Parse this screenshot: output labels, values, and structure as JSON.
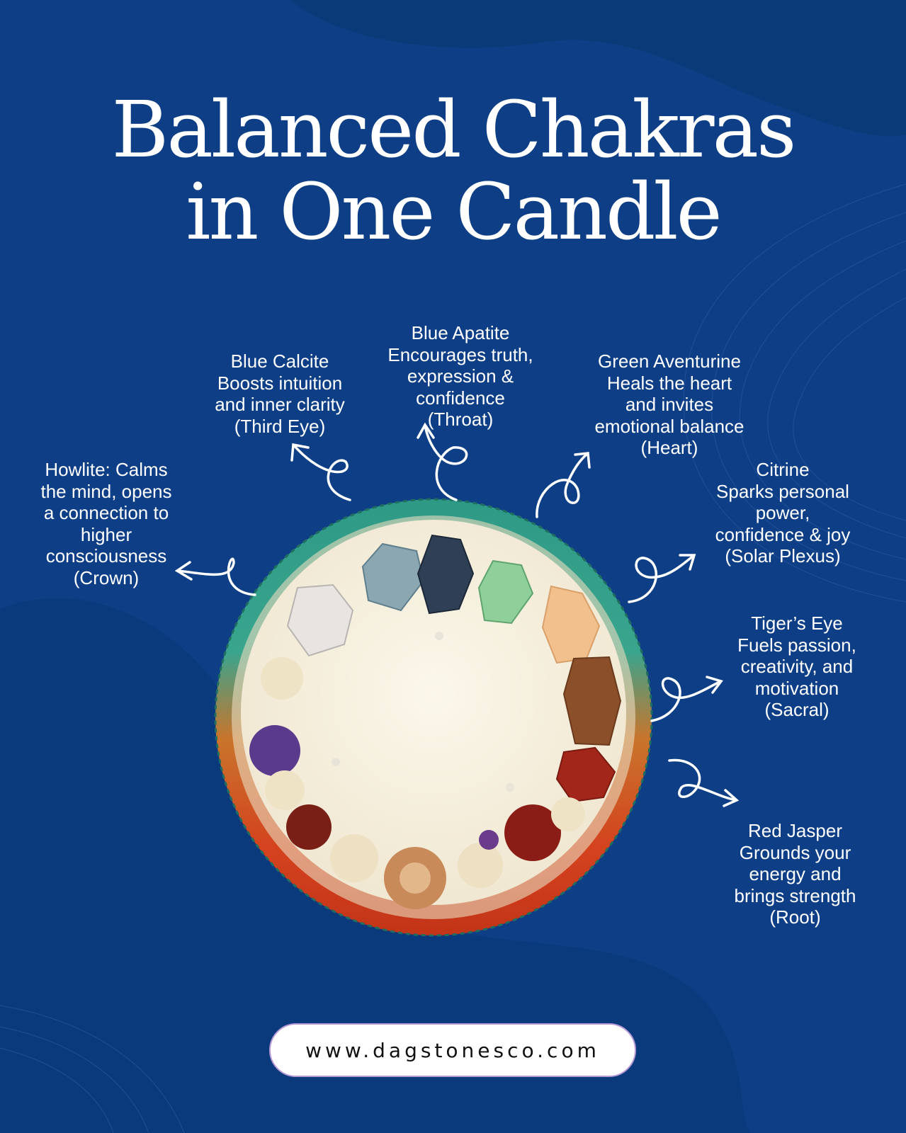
{
  "title": {
    "line1": "Balanced Chakras",
    "line2": "in One Candle"
  },
  "colors": {
    "background": "#0e3f86",
    "text": "#ffffff",
    "pill_border": "#b79ad6"
  },
  "stones": [
    {
      "id": "howlite",
      "lines": [
        "Howlite: Calms",
        "the mind, opens",
        "a connection to",
        "higher",
        "consciousness",
        "(Crown)"
      ]
    },
    {
      "id": "blue-calcite",
      "lines": [
        "Blue Calcite",
        "Boosts intuition",
        "and inner clarity",
        "(Third Eye)"
      ]
    },
    {
      "id": "blue-apatite",
      "lines": [
        "Blue Apatite",
        "Encourages truth,",
        "expression &",
        "confidence",
        "(Throat)"
      ]
    },
    {
      "id": "green-aventurine",
      "lines": [
        "Green Aventurine",
        "Heals the heart",
        "and invites",
        "emotional balance",
        "(Heart)"
      ]
    },
    {
      "id": "citrine",
      "lines": [
        "Citrine",
        "Sparks personal",
        "power,",
        "confidence & joy",
        "(Solar Plexus)"
      ]
    },
    {
      "id": "tigers-eye",
      "lines": [
        "Tiger’s Eye",
        "Fuels passion,",
        "creativity, and",
        "motivation",
        "(Sacral)"
      ]
    },
    {
      "id": "red-jasper",
      "lines": [
        "Red Jasper",
        "Grounds your",
        "energy and",
        "brings strength",
        "(Root)"
      ]
    }
  ],
  "footer": {
    "url": "www.dagstonesco.com"
  }
}
